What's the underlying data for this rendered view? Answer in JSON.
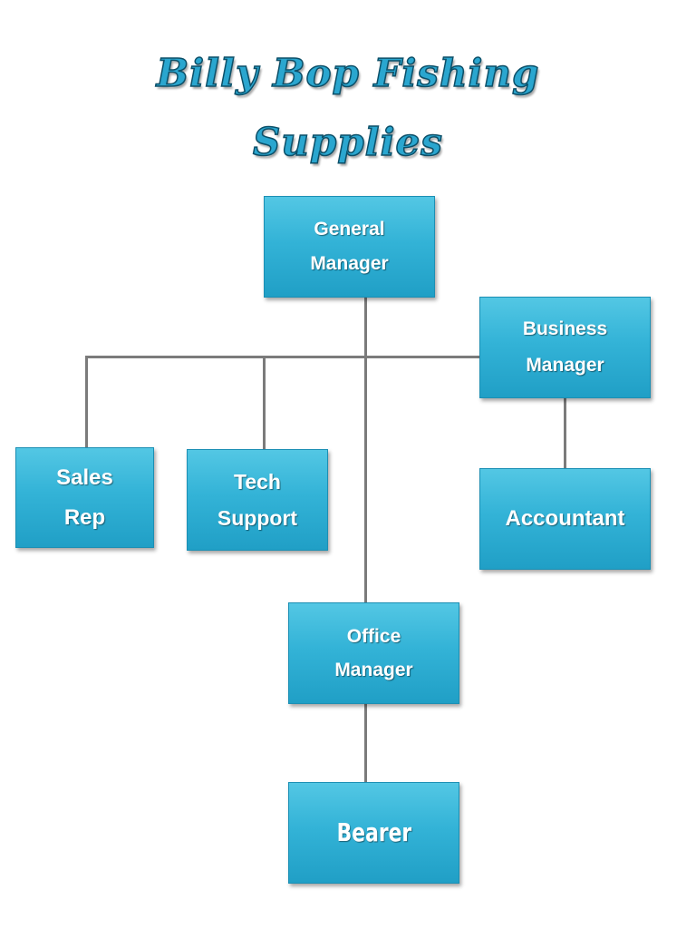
{
  "title": {
    "line1": "Billy  Bop  Fishing",
    "line2": "Supplies"
  },
  "nodes": {
    "general_manager": "General\nManager",
    "business_manager": "Business\nManager",
    "sales_rep": "Sales\nRep",
    "tech_support": "Tech\nSupport",
    "accountant": "Accountant",
    "office_manager": "Office\nManager",
    "bearer": "Bearer"
  },
  "colors": {
    "node_fill": "#33b3d7",
    "node_border": "#1b8fb4",
    "connector": "#7b7b7b",
    "title_fill": "#2aa6cf",
    "title_outline": "#0c4f68"
  }
}
